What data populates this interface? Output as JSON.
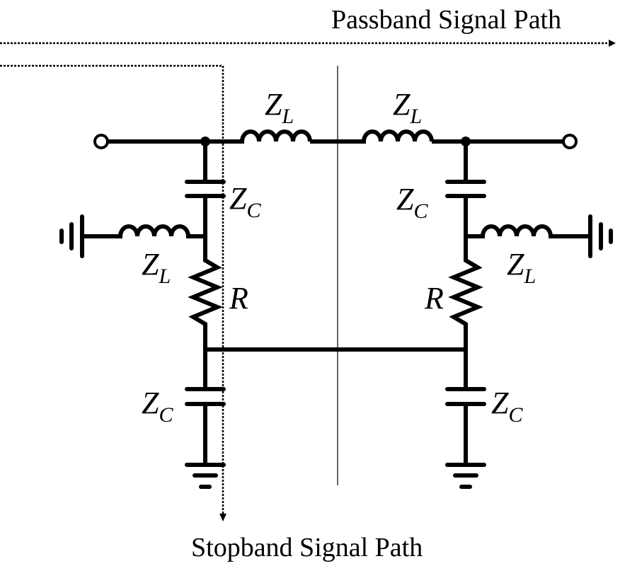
{
  "diagram": {
    "type": "circuit-schematic",
    "passband_label": "Passband Signal Path",
    "stopband_label": "Stopband Signal Path",
    "components": {
      "series_inductor_left": {
        "symbol": "Z",
        "subscript": "L"
      },
      "series_inductor_right": {
        "symbol": "Z",
        "subscript": "L"
      },
      "shunt_capacitor_left": {
        "symbol": "Z",
        "subscript": "C"
      },
      "shunt_capacitor_right": {
        "symbol": "Z",
        "subscript": "C"
      },
      "ground_inductor_left": {
        "symbol": "Z",
        "subscript": "L"
      },
      "ground_inductor_right": {
        "symbol": "Z",
        "subscript": "L"
      },
      "resistor_left": {
        "symbol": "R"
      },
      "resistor_right": {
        "symbol": "R"
      },
      "bottom_capacitor_left": {
        "symbol": "Z",
        "subscript": "C"
      },
      "bottom_capacitor_right": {
        "symbol": "Z",
        "subscript": "C"
      }
    },
    "terminals": [
      "input-port",
      "output-port"
    ],
    "grounds": [
      "left-side-ground",
      "right-side-ground",
      "left-bottom-ground",
      "right-bottom-ground"
    ]
  }
}
